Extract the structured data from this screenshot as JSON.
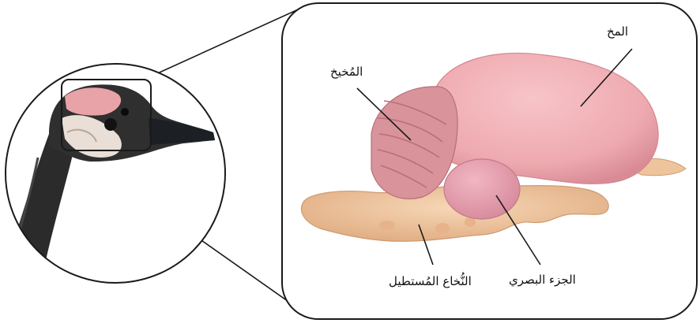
{
  "labels": {
    "brain": "المخ",
    "cerebellum": "المُخيخ",
    "optic_lobe": "الجزء البصري",
    "medulla": "النُّخاع المُستطيل"
  },
  "colors": {
    "outline": "#1a1a1a",
    "brain_fill": "#eeaab0",
    "brain_shade": "#d98b95",
    "cerebellum_fill": "#d9939a",
    "stem_fill": "#eec49c",
    "stem_shade": "#dba77c",
    "goose_neck": "#2b2b2b",
    "goose_beak": "#1c1f24",
    "goose_cheek": "#e9dfd6"
  },
  "icons": {
    "bird": "goose-head-illustration",
    "organ": "bird-brain-illustration"
  }
}
